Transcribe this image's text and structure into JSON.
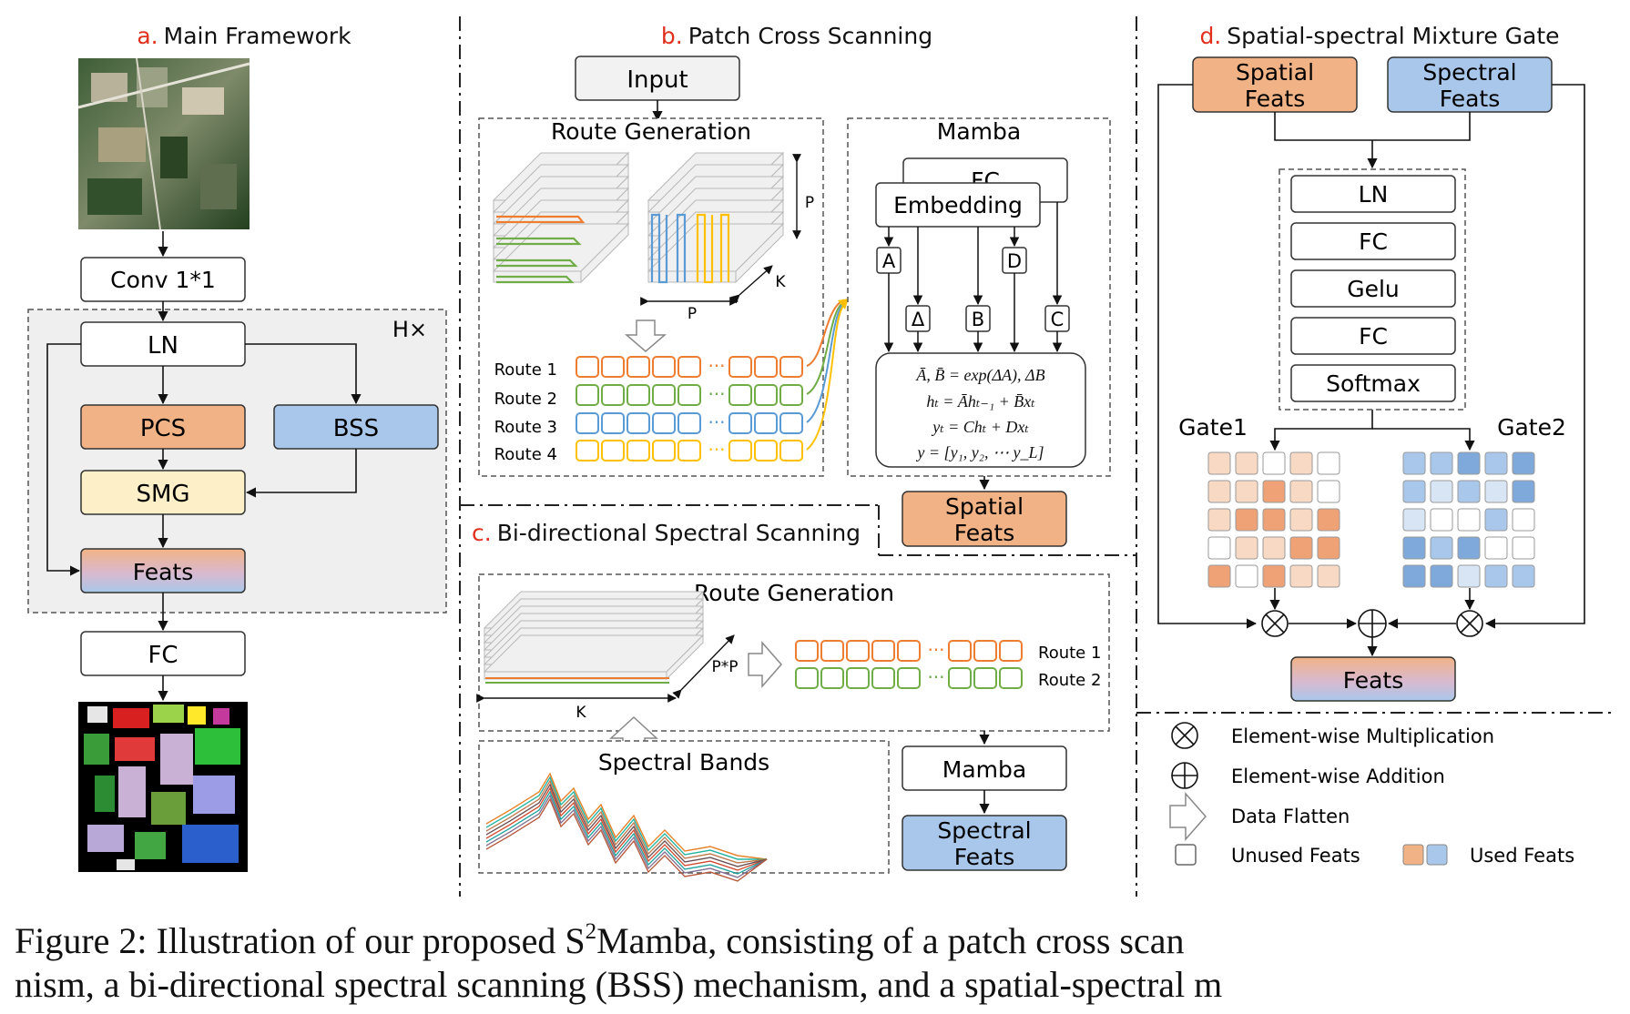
{
  "colors": {
    "spatial": "#F1B386",
    "spectral": "#A9C7EA",
    "smg": "#FDF0C8",
    "panel": "#EFEFEF",
    "orange": "#ED7D31",
    "green": "#70AD47",
    "blue": "#5B9BD5",
    "yellow": "#FFC000",
    "section_letter": "#E0301E"
  },
  "panel_a": {
    "letter": "a.",
    "title": "Main Framework",
    "conv": "Conv 1*1",
    "repeat": "H×",
    "ln": "LN",
    "pcs": "PCS",
    "bss": "BSS",
    "smg": "SMG",
    "feats": "Feats",
    "fc": "FC"
  },
  "panel_b": {
    "letter": "b.",
    "title": "Patch Cross Scanning",
    "input": "Input",
    "route_generation": "Route Generation",
    "dim_p": "P",
    "dim_k": "K",
    "routes": [
      "Route 1",
      "Route 2",
      "Route 3",
      "Route 4"
    ],
    "mamba": "Mamba",
    "fc": "FC",
    "embedding": "Embedding",
    "params": [
      "A",
      "Δ",
      "B",
      "D",
      "C"
    ],
    "equations": [
      "Ā, B̄ = exp(ΔA), ΔB",
      "hₜ = Āhₜ₋₁ + B̄xₜ",
      "yₜ = Chₜ + Dxₜ",
      "y = [y₁, y₂, ⋯ y_L]"
    ],
    "output_line1": "Spatial",
    "output_line2": "Feats"
  },
  "panel_c": {
    "letter": "c.",
    "title": "Bi-directional Spectral Scanning",
    "route_generation": "Route Generation",
    "dim_pp": "P*P",
    "dim_k": "K",
    "routes": [
      "Route 1",
      "Route 2"
    ],
    "spectral_bands": "Spectral Bands",
    "mamba": "Mamba",
    "output_line1": "Spectral",
    "output_line2": "Feats"
  },
  "panel_d": {
    "letter": "d.",
    "title": "Spatial-spectral Mixture Gate",
    "in1_line1": "Spatial",
    "in1_line2": "Feats",
    "in2_line1": "Spectral",
    "in2_line2": "Feats",
    "layers": [
      "LN",
      "FC",
      "Gelu",
      "FC",
      "Softmax"
    ],
    "gate1": "Gate1",
    "gate2": "Gate2",
    "output": "Feats"
  },
  "legend": {
    "mult": "Element-wise Multiplication",
    "add": "Element-wise Addition",
    "flatten": "Data Flatten",
    "unused": "Unused Feats",
    "used": "Used Feats"
  },
  "caption": {
    "line1_a": "Figure 2: Illustration of our proposed S",
    "line1_sup": "2",
    "line1_b": "Mamba, consisting of a patch cross scan",
    "line2": "nism, a bi-directional spectral scanning (BSS) mechanism, and a spatial-spectral m"
  }
}
